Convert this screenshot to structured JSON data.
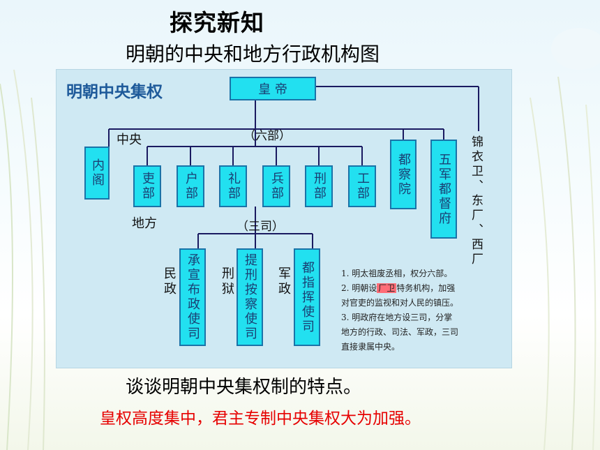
{
  "slide": {
    "title": "探究新知",
    "subtitle": "明朝的中央和地方行政机构图",
    "question": "谈谈明朝中央集权制的特点。",
    "answer": "皇权高度集中，君主专制中央集权大为加强。"
  },
  "diagram": {
    "heading": "明朝中央集权",
    "top": "皇 帝",
    "label_central": "中央",
    "label_six": "（六部）",
    "label_local": "地方",
    "label_three": "（三司）",
    "neige": "内阁",
    "six_ministries": [
      "吏部",
      "户部",
      "礼部",
      "兵部",
      "刑部",
      "工部"
    ],
    "duchayuan": "都察院",
    "wujun": "五军都督府",
    "jinyiwei": "锦衣卫、东厂、西厂",
    "three_offices": [
      "承宣布政使司",
      "提刑按察使司",
      "都指挥使司"
    ],
    "side_labels": [
      "民政",
      "刑狱",
      "军政"
    ],
    "notes": {
      "line1": "1. 明太祖废丞相，权分六部。",
      "line2_pre": "2. 明朝设",
      "line2_hl": "厂卫",
      "line2_post": "特务机构，加强",
      "line3": "对官吏的监视和对人民的镇压。",
      "line4": "3. 明政府在地方设三司，分掌",
      "line5": "地方的行政、司法、军政，三司",
      "line6": "直接隶属中央。"
    }
  },
  "colors": {
    "box_fill": "#22e0f0",
    "box_border": "#1a73a8",
    "panel_bg": "#cfe9f3",
    "heading": "#1e5a9a",
    "answer": "#e60000",
    "highlight": "#ff6d77"
  }
}
